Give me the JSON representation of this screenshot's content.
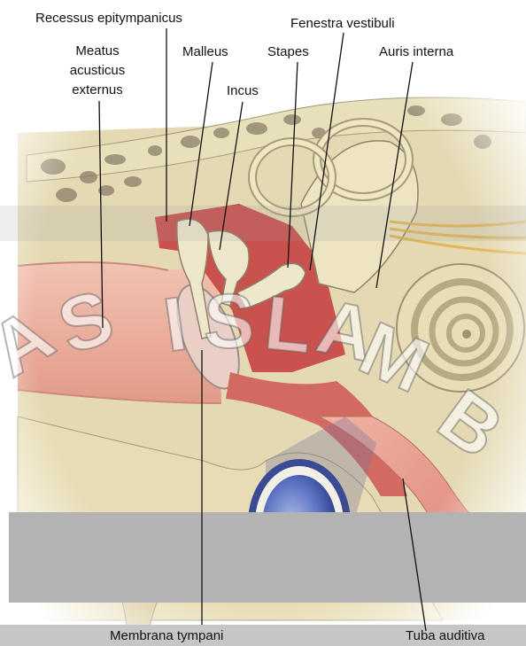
{
  "labels": {
    "recessus": "Recessus epitympanicus",
    "fenestra": "Fenestra vestibuli",
    "meatus_1": "Meatus",
    "meatus_2": "acusticus",
    "meatus_3": "externus",
    "malleus": "Malleus",
    "stapes": "Stapes",
    "auris": "Auris interna",
    "incus": "Incus",
    "membrana": "Membrana tympani",
    "tuba": "Tuba auditiva"
  },
  "watermark": {
    "l1": "A",
    "l2": "S",
    "l3": "I",
    "l4": "S",
    "l5": "L",
    "l6": "A",
    "l7": "M",
    "l8": "B"
  },
  "colors": {
    "bone": "#e9dfb8",
    "soft_tissue": "#e8a08f",
    "cavity": "#c24a46",
    "vessel": "#4f66b5",
    "nerve": "#e2b04a",
    "gray_band": "#b3b3b3"
  }
}
